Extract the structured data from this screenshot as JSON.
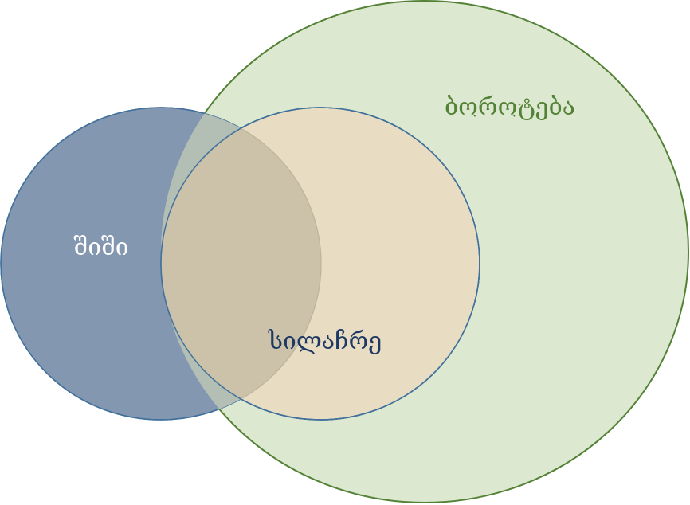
{
  "diagram": {
    "type": "venn",
    "sets": [
      {
        "id": "evil",
        "label": "ბოროტება",
        "fill": "#dce8cf",
        "stroke": "#538135",
        "text_color": "#538135"
      },
      {
        "id": "fear",
        "label": "შიში",
        "fill": "#8497b0",
        "stroke": "#41719c",
        "text_color": "#ffffff"
      },
      {
        "id": "cowardice",
        "label": "სილაჩრე",
        "fill": "#e8dcc2",
        "stroke": "#41719c",
        "text_color": "#1f3864"
      }
    ]
  }
}
